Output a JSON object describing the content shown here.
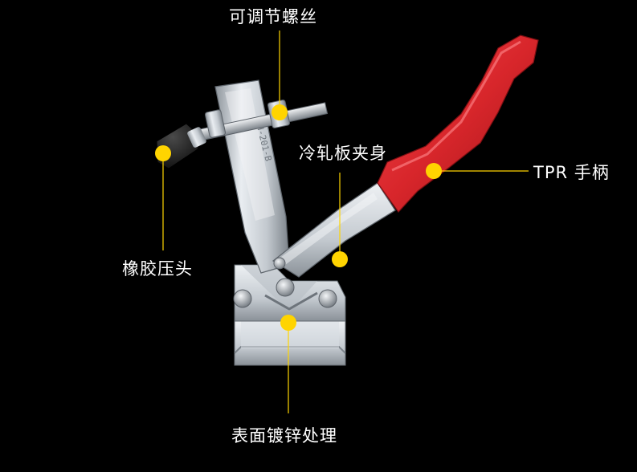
{
  "callouts": {
    "adjust_screw": "可调节螺丝",
    "rubber_tip": "橡胶压头",
    "clamp_body": "冷轧板夹身",
    "handle": "TPR 手柄",
    "surface": "表面镀锌处理"
  },
  "stamp_text": "GH-201-B",
  "colors": {
    "background": "#000000",
    "marker": "#ffd400",
    "handle": "#d8262b",
    "metal": "#c9ced4",
    "rubber": "#111111",
    "label": "#ffffff"
  }
}
